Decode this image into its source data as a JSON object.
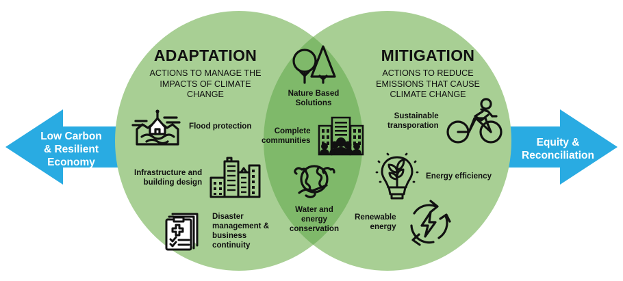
{
  "colors": {
    "circle_fill": "#a8cf94",
    "overlap_fill": "#7fb96a",
    "arrow_blue": "#29abe2",
    "text_dark": "#111111",
    "arrow_text": "#ffffff"
  },
  "arrows": {
    "left": {
      "label": "Low Carbon\n& Resilient\nEconomy",
      "direction": "left",
      "icon": "arrow-left-icon"
    },
    "right": {
      "label": "Equity &\nReconciliation",
      "direction": "right",
      "icon": "arrow-right-icon"
    }
  },
  "venn": {
    "left_circle": {
      "title": "ADAPTATION",
      "subtitle": "ACTIONS TO MANAGE THE\nIMPACTS OF CLIMATE\nCHANGE",
      "items": [
        {
          "label": "Flood protection",
          "icon": "flood-house-icon"
        },
        {
          "label": "Infrastructure and\nbuilding design",
          "icon": "city-buildings-icon"
        },
        {
          "label": "Disaster\nmanagement &\nbusiness\ncontinuity",
          "icon": "clipboard-medical-icon"
        }
      ]
    },
    "right_circle": {
      "title": "MITIGATION",
      "subtitle": "ACTIONS TO REDUCE\nEMISSIONS THAT CAUSE\nCLIMATE CHANGE",
      "items": [
        {
          "label": "Sustainable\ntransporation",
          "icon": "bicycle-icon"
        },
        {
          "label": "Energy efficiency",
          "icon": "lightbulb-leaf-icon"
        },
        {
          "label": "Renewable\nenergy",
          "icon": "recycle-bolt-icon"
        }
      ]
    },
    "overlap": {
      "items": [
        {
          "label": "Nature Based\nSolutions",
          "icon": "two-trees-icon"
        },
        {
          "label": "Complete\ncommunities",
          "icon": "buildings-people-icon"
        },
        {
          "label": "Water and\nenergy\nconservation",
          "icon": "globe-hand-icon"
        }
      ]
    }
  }
}
